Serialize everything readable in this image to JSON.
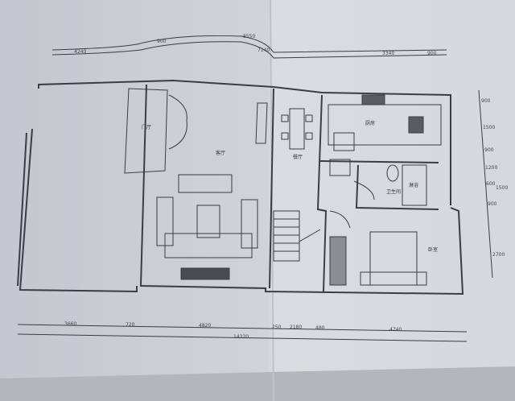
{
  "dimensions": {
    "top": [
      "4240",
      "900",
      "8550",
      "7140",
      "3340",
      "900"
    ],
    "bottom": [
      "3660",
      "720",
      "4820",
      "250",
      "2180",
      "480",
      "4740"
    ],
    "bottom_total": "14320",
    "right": [
      "900",
      "1500",
      "900",
      "1200",
      "600",
      "1500",
      "900",
      "2700"
    ]
  },
  "rooms": {
    "living": "客厅",
    "dining": "餐厅",
    "kitchen": "厨房",
    "bathroom": "卫生间",
    "shower": "淋浴",
    "bedroom": "卧室",
    "porch": "门厅"
  },
  "colors": {
    "paper_left": "#c9ccd4",
    "paper_right": "#dcdee2",
    "ink": "#3a3d44"
  }
}
